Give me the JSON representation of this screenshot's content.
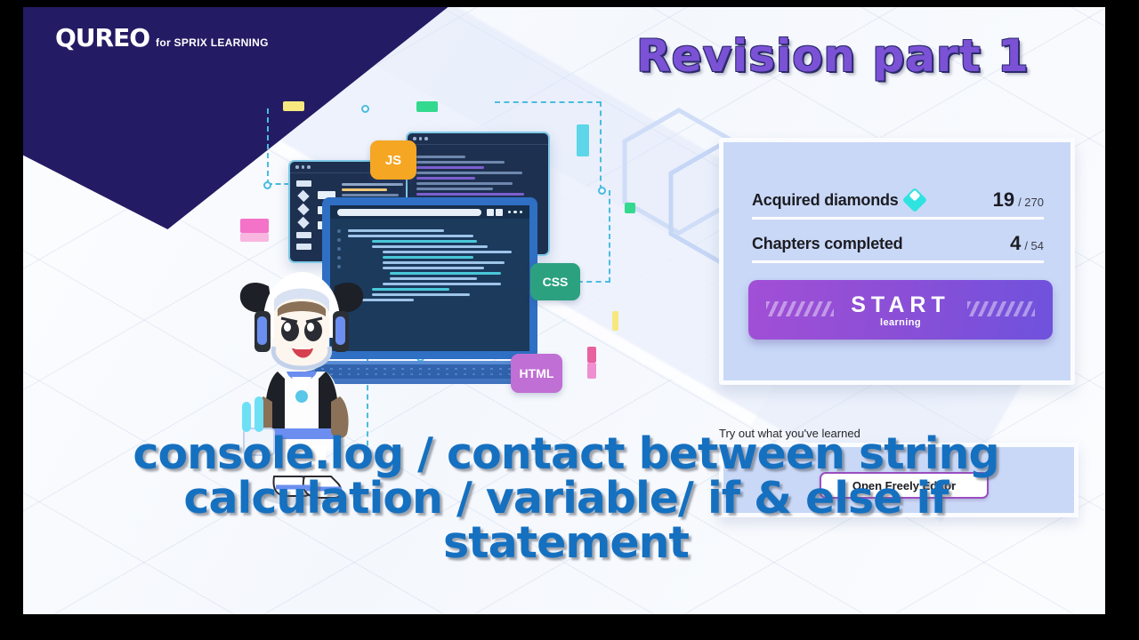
{
  "brand": {
    "logo_mark": "QUREO",
    "logo_sub": "for SPRIX LEARNING",
    "navy_color": "#231b63"
  },
  "header": {
    "title": "Revision part  1",
    "title_color": "#7b52d6"
  },
  "illustration": {
    "badges": [
      {
        "name": "js-badge",
        "label": "JS",
        "color": "#f5a623"
      },
      {
        "name": "css-badge",
        "label": "CSS",
        "color": "#2ba17f"
      },
      {
        "name": "html-badge",
        "label": "HTML",
        "color": "#c06fd4"
      }
    ]
  },
  "stats_panel": {
    "background": "#c9d8f7",
    "rows": [
      {
        "label": "Acquired diamonds",
        "value": "19",
        "denominator": "/ 270",
        "icon": "diamond-icon",
        "icon_color": "#2fe3e0"
      },
      {
        "label": "Chapters completed",
        "value": "4",
        "denominator": "/ 54",
        "icon": "",
        "icon_color": ""
      }
    ],
    "start_button": {
      "main": "START",
      "sub": "learning",
      "gradient_from": "#a14fd6",
      "gradient_to": "#6f52dd"
    }
  },
  "try_panel": {
    "label": "Try out what you've learned",
    "button_label": "Open Freely Editor",
    "button_border": "#9a4fc0"
  },
  "overlay_text": {
    "color": "#1570c0",
    "lines": [
      "console.log / contact between string",
      "calculation / variable/ if & else if",
      "statement"
    ]
  }
}
